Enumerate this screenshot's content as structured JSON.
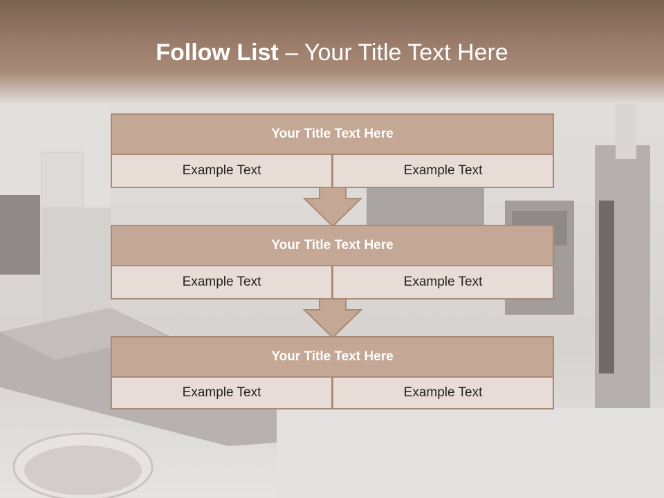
{
  "title": {
    "bold": "Follow List ",
    "rest": " – Your Title Text Here"
  },
  "blocks": [
    {
      "title": "Your Title Text Here",
      "left": "Example Text",
      "right": "Example Text"
    },
    {
      "title": "Your Title Text Here",
      "left": "Example Text",
      "right": "Example Text"
    },
    {
      "title": "Your Title Text Here",
      "left": "Example Text",
      "right": "Example Text"
    }
  ],
  "colors": {
    "header": "#957866",
    "block_title_fill": "#c4a794",
    "block_border": "#a88a75",
    "cell_fill": "#e8dcd6"
  }
}
